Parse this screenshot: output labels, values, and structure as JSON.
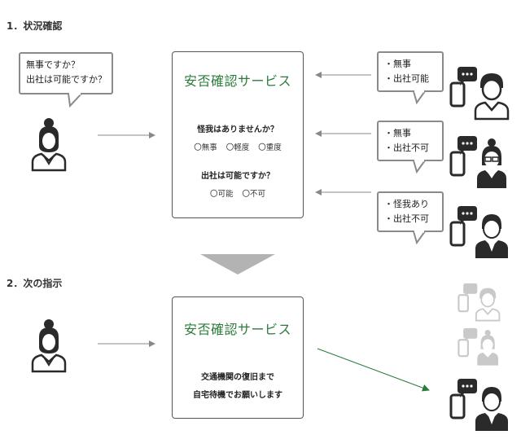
{
  "section1": {
    "heading": "1．状況確認",
    "question_bubble": {
      "line1": "無事ですか？",
      "line2": "出社は可能ですか？"
    },
    "service": {
      "title": "安否確認サービス",
      "q1": "怪我はありませんか？",
      "q1_options": [
        "〇無事",
        "〇軽度",
        "〇重度"
      ],
      "q2": "出社は可能ですか？",
      "q2_options": [
        "〇可能",
        "〇不可"
      ]
    },
    "replies": [
      {
        "line1": "・無事",
        "line2": "・出社可能"
      },
      {
        "line1": "・無事",
        "line2": "・出社不可"
      },
      {
        "line1": "・怪我あり",
        "line2": "・出社不可"
      }
    ]
  },
  "section2": {
    "heading": "2．次の指示",
    "service": {
      "title": "安否確認サービス",
      "instruction_line1": "交通機関の復旧まで",
      "instruction_line2": "自宅待機でお願いします"
    }
  },
  "colors": {
    "brand_green": "#2b7b3a",
    "figure": "#2a2a2a",
    "faded": "#c9c9c9",
    "arrow": "#888888"
  }
}
